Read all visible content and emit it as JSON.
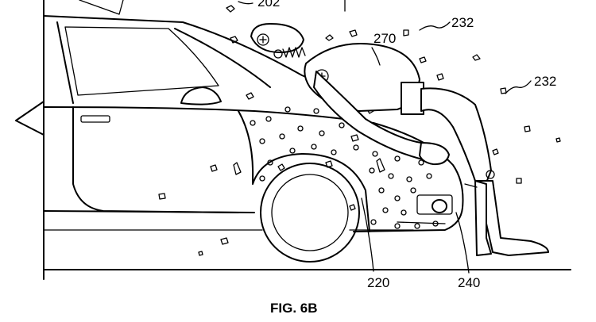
{
  "figure": {
    "caption": "FIG. 6B",
    "labels": {
      "l202": "202",
      "l232a": "232",
      "l232b": "232",
      "l270": "270",
      "l220": "220",
      "l240": "240"
    }
  }
}
